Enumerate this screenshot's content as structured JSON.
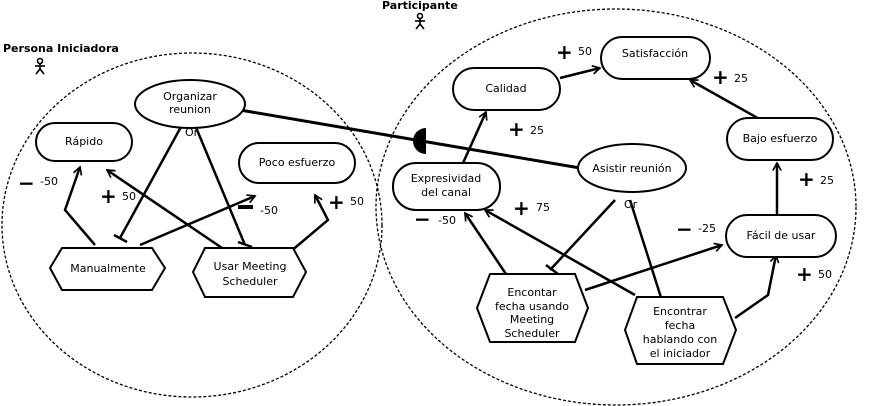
{
  "actors": {
    "iniciadora": "Persona Iniciadora",
    "participante": "Participante"
  },
  "goals": {
    "organizar": [
      "Organizar",
      "reunion"
    ],
    "asistir": [
      "Asistir reunión"
    ]
  },
  "softgoals": {
    "rapido": [
      "Rápido"
    ],
    "poco_esfuerzo": [
      "Poco esfuerzo"
    ],
    "calidad": [
      "Calidad"
    ],
    "satisfaccion": [
      "Satisfacción"
    ],
    "expresividad": [
      "Expresividad",
      "del canal"
    ],
    "bajo_esfuerzo": [
      "Bajo esfuerzo"
    ],
    "facil": [
      "Fácil de usar"
    ]
  },
  "tasks": {
    "manualmente": [
      "Manualmente"
    ],
    "usar_ms": [
      "Usar Meeting",
      "Scheduler"
    ],
    "encontrar_ms": [
      "Encontar",
      "fecha usando",
      "Meeting",
      "Scheduler"
    ],
    "encontrar_hab": [
      "Encontrar",
      "fecha",
      "hablando con",
      "el iniciador"
    ]
  },
  "decompositions": {
    "left_or": "Or",
    "right_or": "Or"
  },
  "contributions": {
    "man_rapido": {
      "sign": "−",
      "value": "-50"
    },
    "ms_rapido": {
      "sign": "+",
      "value": "50"
    },
    "man_poco": {
      "sign": "",
      "value": "-50"
    },
    "ms_poco": {
      "sign": "+",
      "value": "50"
    },
    "cal_sat": {
      "sign": "+",
      "value": "50"
    },
    "exp_cal": {
      "sign": "+",
      "value": "25"
    },
    "bajo_sat": {
      "sign": "+",
      "value": "25"
    },
    "facil_bajo": {
      "sign": "+",
      "value": "25"
    },
    "encms_exp": {
      "sign": "−",
      "value": "-50"
    },
    "enchab_exp": {
      "sign": "+",
      "value": "75"
    },
    "encms_facil": {
      "sign": "−",
      "value": "-25"
    },
    "enchab_facil": {
      "sign": "+",
      "value": "50"
    }
  }
}
